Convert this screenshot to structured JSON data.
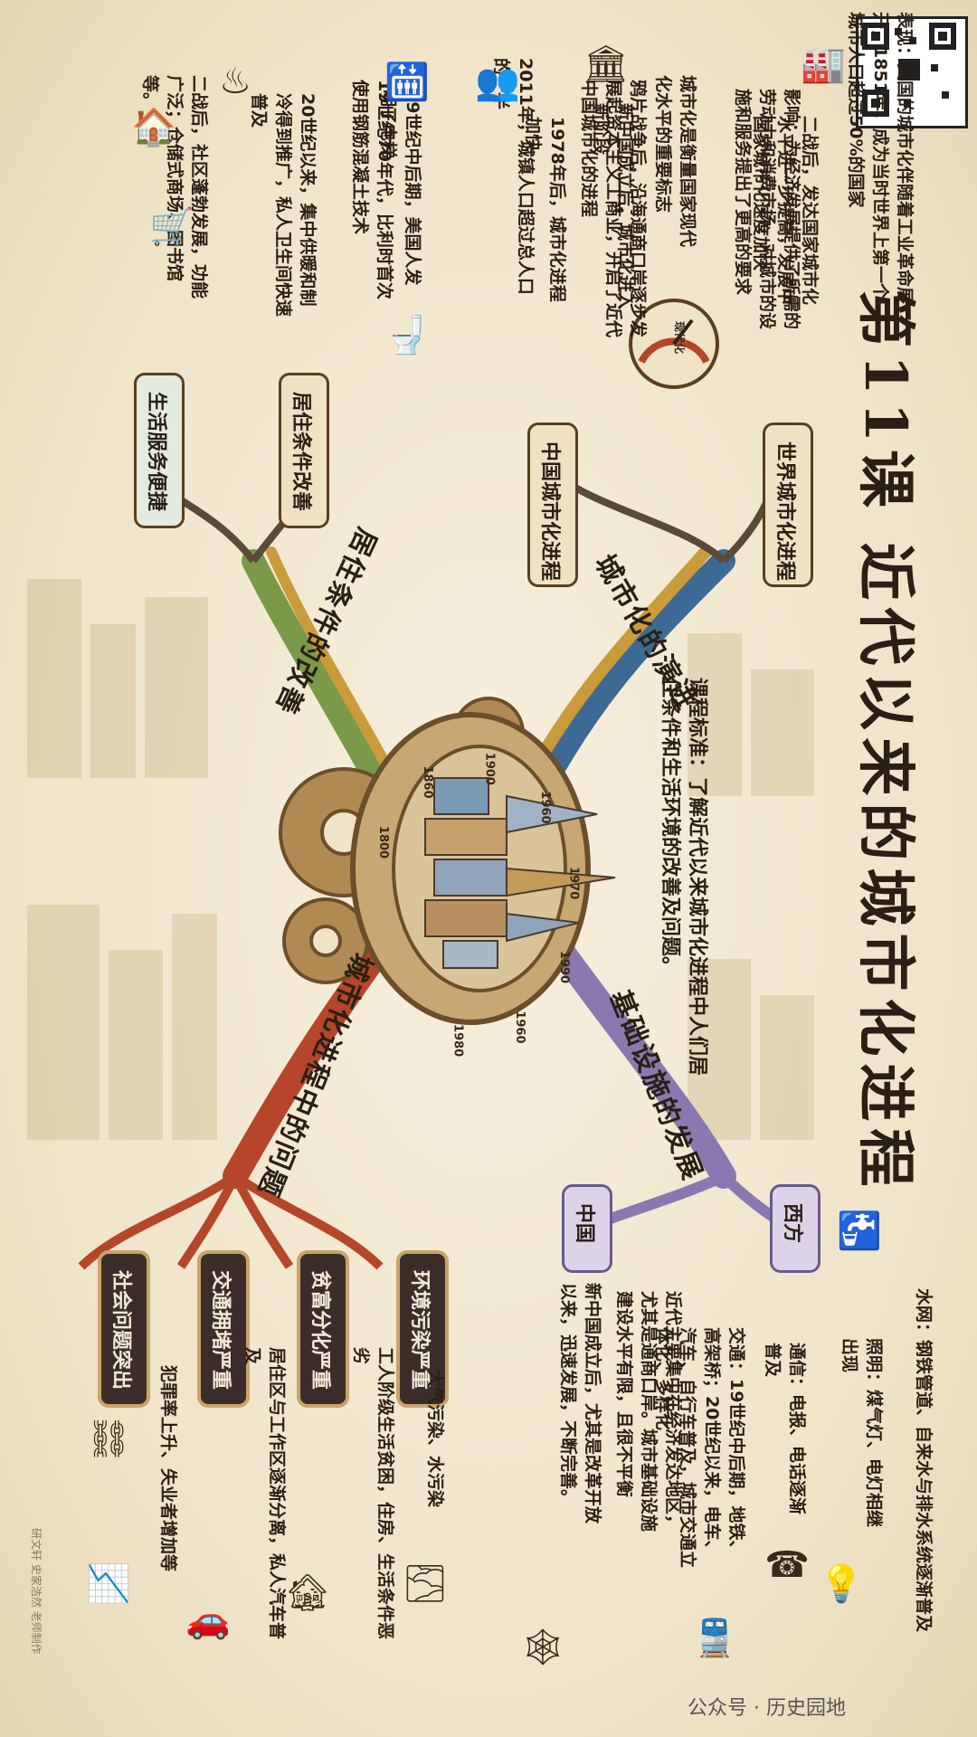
{
  "title": "第11课 近代以来的城市化进程",
  "standard": "课程标准：了解近代以来城市化进程中人们居住条件和生活环境的改善及问题。",
  "branches": {
    "top_right": "城市化的演进",
    "top_left": "居住条件的改善",
    "bottom_right": "基础设施的发展",
    "bottom_left": "城市化进程中的问题"
  },
  "nodes": {
    "world": "世界城市化进程",
    "china": "中国城市化进程",
    "housing": "居住条件改善",
    "service": "生活服务便捷",
    "west": "西方",
    "china_infra": "中国",
    "env": "环境污染严重",
    "wealth": "贫富分化严重",
    "traffic": "交通拥堵严重",
    "social": "社会问题突出"
  },
  "notes": {
    "world_1": "表现：英国的城市化伴随着工业革命展开，1851年，成为当时世界上第一个城市人口超过50%的国家",
    "world_2": "二战后，发达国家城市化水平进一步提高，发展中国家城市化速度加快",
    "world_3": "影响：为经济发展提供了所需的劳动力和消费市场，对城市的设施和服务提出了更高的要求",
    "world_4": "城市化是衡量国家现代化水平的重要标志",
    "china_1": "鸦片战争后，沿海通商口岸逐步发展起资本主义工商业，开启了近代中国城市化的进程",
    "china_2": "新中国成立后，城市化进入新阶段",
    "china_3": "1978年后，城市化进程加快",
    "china_4": "2011年，城镇人口超过总人口的一半",
    "housing_1": "19世纪中后期，美国人发明了电梯",
    "housing_2": "19世纪70年代，比利时首次使用钢筋混凝土技术",
    "housing_3": "20世纪以来，集中供暖和制冷得到推广，私人卫生间快速普及",
    "service_1": "二战后，社区蓬勃发展，功能广泛；仓储式商场、图书馆等。",
    "west_1": "水网：钢铁管道、自来水与排水系统逐渐普及",
    "west_2": "照明：煤气灯、电灯相继出现",
    "west_3": "通信：电报、电话逐渐普及",
    "west_4": "交通：19世纪中后期，地铁、高架桥；20世纪以来，电车、汽车、自行车普及，城市交通立体化、多样化",
    "china_infra_1": "近代主要集中在经济发达地区，尤其是通商口岸。城市基础设施建设水平有限，且很不平衡",
    "china_infra_2": "新中国成立后，尤其是改革开放以来，迅速发展，不断完善。",
    "env_1": "大气污染、水污染",
    "wealth_1": "工人阶级生活贫困，住房、生活条件恶劣",
    "traffic_1": "居住区与工作区逐渐分离，私人汽车普及",
    "social_1": "犯罪率上升、失业者增加等"
  },
  "dial_years": [
    "1800",
    "1860",
    "1900",
    "1960",
    "1970",
    "1990",
    "1960",
    "1980"
  ],
  "gauge_label": "现代化",
  "footer": "公众号 · 历史园地",
  "credit": "研文轩 史家浩然 老师制作",
  "colors": {
    "blue_branch": "#3d6a94",
    "gold_branch": "#c99b3a",
    "green_branch": "#7a9a4a",
    "purple_branch": "#8a78b0",
    "red_branch": "#b5462a"
  },
  "icons": [
    "factory-icon",
    "gear-icon",
    "skyscraper-icon",
    "pipe-icon",
    "lamp-icon",
    "phone-icon",
    "train-icon",
    "toilet-icon",
    "elevator-icon",
    "cart-icon",
    "handcuffs-icon"
  ]
}
